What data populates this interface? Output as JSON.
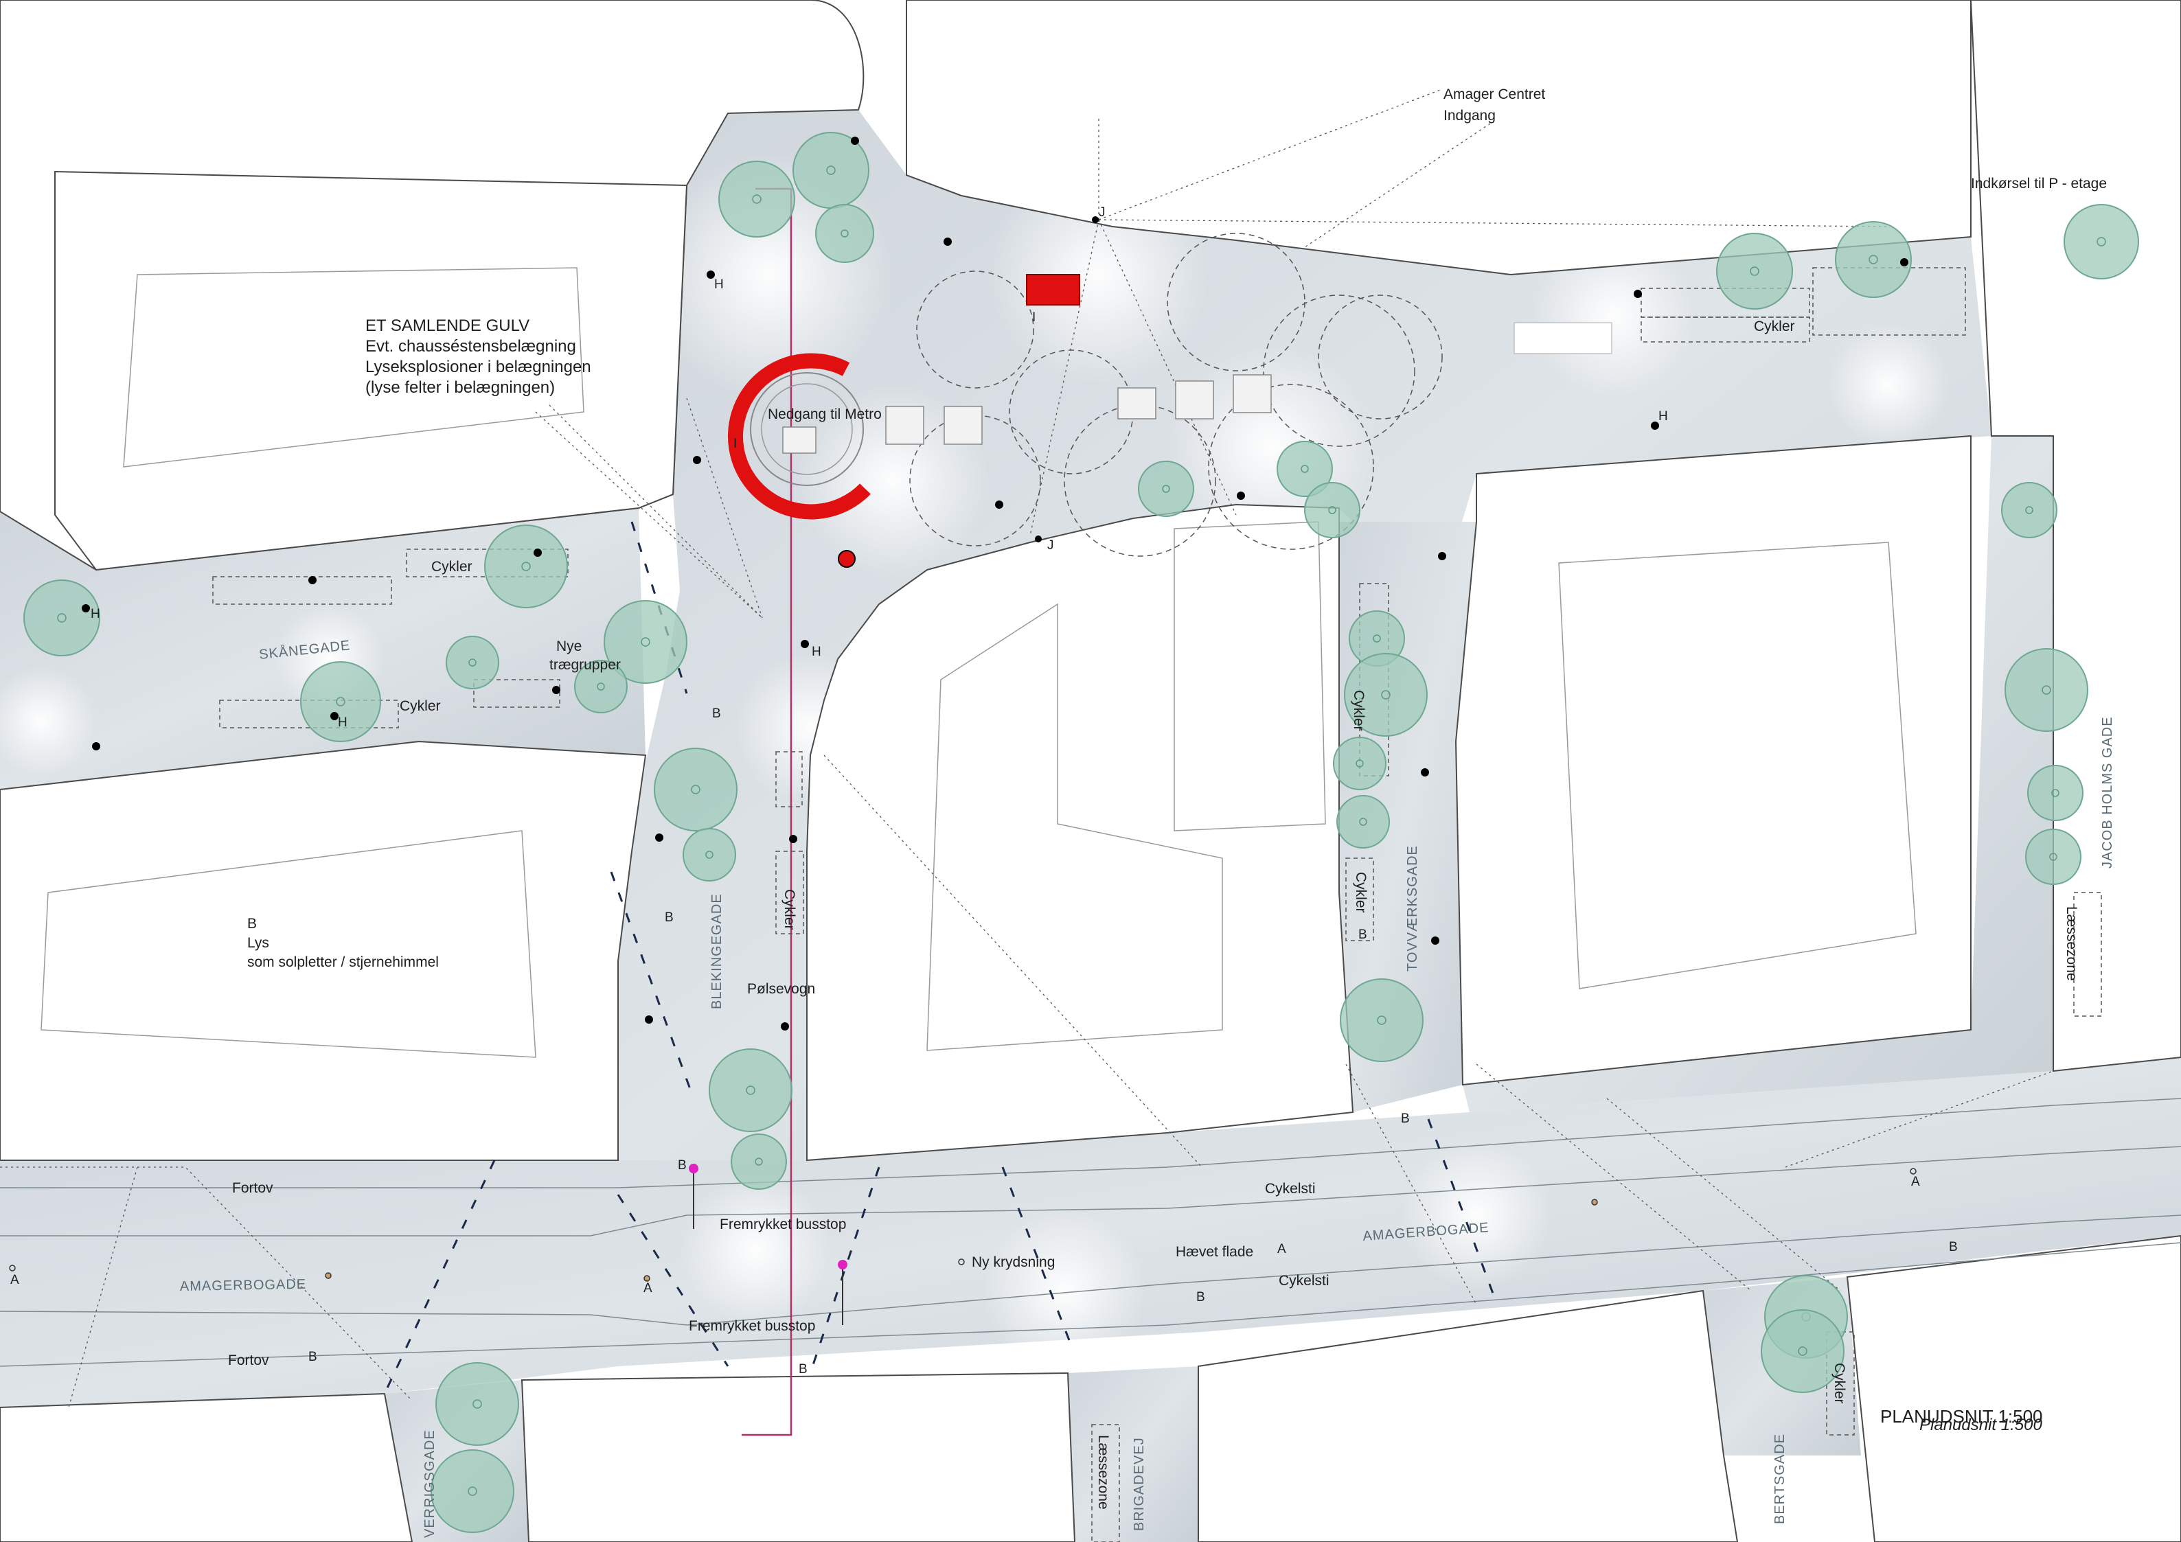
{
  "labels": {
    "amager_centret": "Amager Centret",
    "indgang": "Indgang",
    "indkorsel": "Indkørsel til P - etage",
    "gulv_title": "ET SAMLENDE GULV",
    "gulv_line1": "Evt. chausséstensbelægning",
    "gulv_line2": "Lyseksplosioner i belægningen",
    "gulv_line3": "(lyse felter i belægningen)",
    "nedgang": "Nedgang til Metro",
    "nye_line1": "Nye",
    "nye_line2": "trægrupper",
    "lys_code": "B",
    "lys_line1": "Lys",
    "lys_line2": "som solpletter / stjernehimmel",
    "polsevogn": "Pølsevogn",
    "fortov_top": "Fortov",
    "fortov_bottom": "Fortov",
    "fremrykket_top": "Fremrykket busstop",
    "fremrykket_bottom": "Fremrykket busstop",
    "ny_krydsning": "Ny krydsning",
    "haevet_flade": "Hævet flade",
    "cykelsti_top": "Cykelsti",
    "cykelsti_bottom": "Cykelsti",
    "planudsnit_upper": "PLANUDSNIT 1:500",
    "planudsnit_lower": "Planudsnit 1:500"
  },
  "cykler": {
    "skane_top": "Cykler",
    "skane_bottom": "Cykler",
    "right_top": "Cykler",
    "blekinge": "Cykler",
    "tovv_top": "Cykler",
    "tovv_bottom": "Cykler",
    "bottom_right": "Cykler"
  },
  "streets": {
    "skanegade": "SKÅNEGADE",
    "blekingegade": "BLEKINGEGADE",
    "tovvaerksgade": "TOVVÆRKSGADE",
    "jacob_holms": "JACOB HOLMS GADE",
    "amagerbogade_left": "AMAGERBOGADE",
    "amagerbogade_right": "AMAGERBOGADE",
    "brigadevej": "BRIGADEVEJ",
    "verrigsgade": "VERRIGSGADE",
    "bertsgade": "BERTSGADE"
  },
  "zones": {
    "laessezone_right": "Læssezone",
    "laessezone_bottom": "Læssezone"
  },
  "codes": {
    "h1": "H",
    "h2": "H",
    "h3": "H",
    "h4": "H",
    "h5": "H",
    "i1": "I",
    "i2": "I",
    "j1": "J",
    "j2": "J",
    "b1": "B",
    "b2": "B",
    "b3": "B",
    "b4": "B",
    "b5": "B",
    "b6": "B",
    "b7": "B",
    "b8": "B",
    "b9": "B",
    "a1": "A",
    "a2": "A",
    "a3": "A",
    "a4": "A"
  },
  "colors": {
    "pavement": "#d3dadf",
    "tree": "#9fc9b9",
    "metro_red": "#e01010",
    "bus_stop_magenta": "#e020c0",
    "section_line": "#b0306a"
  }
}
